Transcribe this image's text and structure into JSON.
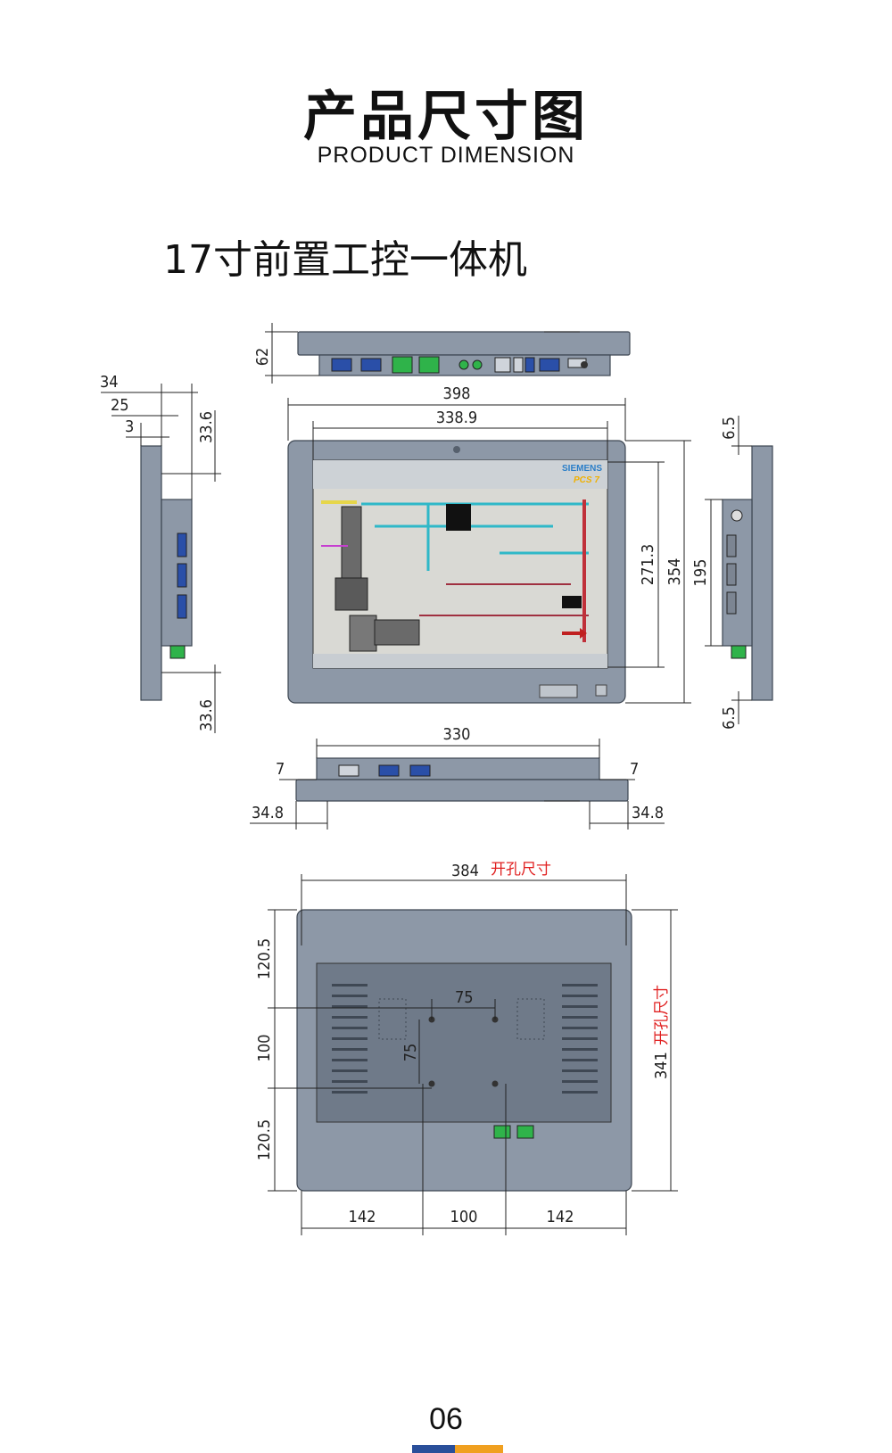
{
  "header": {
    "title_cn": "产品尺寸图",
    "title_en": "PRODUCT DIMENSION"
  },
  "product_name": "17寸前置工控一体机",
  "screen": {
    "brand": "SIEMENS",
    "software": "PCS 7"
  },
  "dimensions": {
    "top_depth": "62",
    "front_width": "398",
    "screen_width": "338.9",
    "screen_height": "271.3",
    "front_height": "354",
    "side_depth": "34",
    "side_25": "25",
    "side_3": "3",
    "side_top_336": "33.6",
    "side_bottom_336": "33.6",
    "right_65_top": "6.5",
    "right_195": "195",
    "right_65_bottom": "6.5",
    "bottom_330": "330",
    "bottom_7_left": "7",
    "bottom_7_right": "7",
    "bottom_348_left": "34.8",
    "bottom_348_right": "34.8",
    "cutout_width": "384",
    "cutout_height": "341",
    "cutout_label": "开孔尺寸",
    "back_1205_top": "120.5",
    "back_100_vertical": "100",
    "back_1205_bottom": "120.5",
    "back_75_horizontal": "75",
    "back_75_vertical": "75",
    "back_142_left": "142",
    "back_100_horizontal": "100",
    "back_142_right": "142"
  },
  "page_number": "06",
  "colors": {
    "panel": "#8d98a7",
    "accent_blue": "#2a4f9a",
    "accent_orange": "#f0a020",
    "connector_blue": "#2a4fa8",
    "connector_green": "#2fb34a",
    "cutout_red": "#e02020"
  }
}
